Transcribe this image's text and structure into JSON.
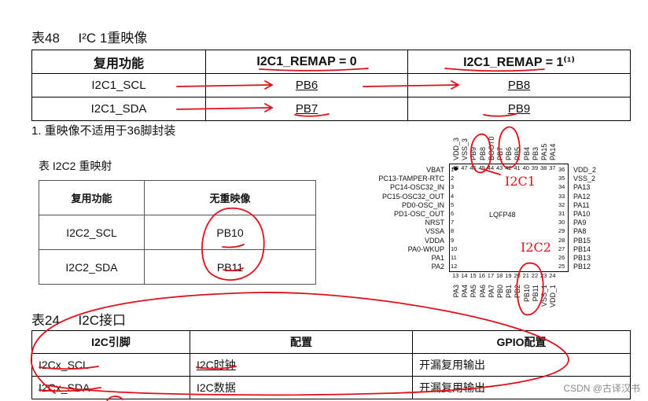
{
  "table48": {
    "caption_no": "表48",
    "caption_title": "I²C 1重映像",
    "headers": [
      "复用功能",
      "I2C1_REMAP = 0",
      "I2C1_REMAP = 1⁽¹⁾"
    ],
    "rows": [
      [
        "I2C1_SCL",
        "PB6",
        "PB8"
      ],
      [
        "I2C1_SDA",
        "PB7",
        "PB9"
      ]
    ],
    "footnote": "1. 重映像不适用于36脚封装"
  },
  "tableI2C2": {
    "caption": "表 I2C2 重映射",
    "headers": [
      "复用功能",
      "无重映像"
    ],
    "rows": [
      [
        "I2C2_SCL",
        "PB10"
      ],
      [
        "I2C2_SDA",
        "PB11"
      ]
    ]
  },
  "table24": {
    "caption_no": "表24",
    "caption_title": "I2C接口",
    "headers": [
      "I2C引脚",
      "配置",
      "GPIO配置"
    ],
    "rows": [
      [
        "I2Cx_SCL",
        "I2C时钟",
        "开漏复用输出"
      ],
      [
        "I2Cx_SDA",
        "I2C数据",
        "开漏复用输出"
      ]
    ]
  },
  "chip": {
    "package": "LQFP48",
    "left_pins": [
      "VBAT",
      "PC13-TAMPER-RTC",
      "PC14-OSC32_IN",
      "PC15-OSC32_OUT",
      "PD0-OSC_IN",
      "PD1-OSC_OUT",
      "NRST",
      "VSSA",
      "VDDA",
      "PA0-WKUP",
      "PA1",
      "PA2"
    ],
    "left_nums": [
      "1",
      "2",
      "3",
      "4",
      "5",
      "6",
      "7",
      "8",
      "9",
      "10",
      "11",
      "12"
    ],
    "right_pins": [
      "VDD_2",
      "VSS_2",
      "PA13",
      "PA12",
      "PA11",
      "PA10",
      "PA9",
      "PA8",
      "PB15",
      "PB14",
      "PB13",
      "PB12"
    ],
    "right_nums": [
      "36",
      "35",
      "34",
      "33",
      "32",
      "31",
      "30",
      "29",
      "28",
      "27",
      "26",
      "25"
    ],
    "top_pins": [
      "VDD_3",
      "VSS_3",
      "PB9",
      "PB8",
      "BOOT0",
      "PB7",
      "PB6",
      "PB5",
      "PB4",
      "PB3",
      "PA15",
      "PA14"
    ],
    "top_nums": [
      "48",
      "47",
      "46",
      "45",
      "44",
      "43",
      "42",
      "41",
      "40",
      "39",
      "38",
      "37"
    ],
    "bottom_pins": [
      "PA3",
      "PA4",
      "PA5",
      "PA6",
      "PA7",
      "PB0",
      "PB1",
      "PB2",
      "PB10",
      "PB11",
      "VSS_1",
      "VDD_1"
    ],
    "bottom_nums": [
      "13",
      "14",
      "15",
      "16",
      "17",
      "18",
      "19",
      "20",
      "21",
      "22",
      "23",
      "24"
    ]
  },
  "annotations": {
    "i2c1": "I2C1",
    "i2c2": "I2C2"
  },
  "watermark": "CSDN @古译汉书",
  "colors": {
    "ink": "#e0101a"
  }
}
